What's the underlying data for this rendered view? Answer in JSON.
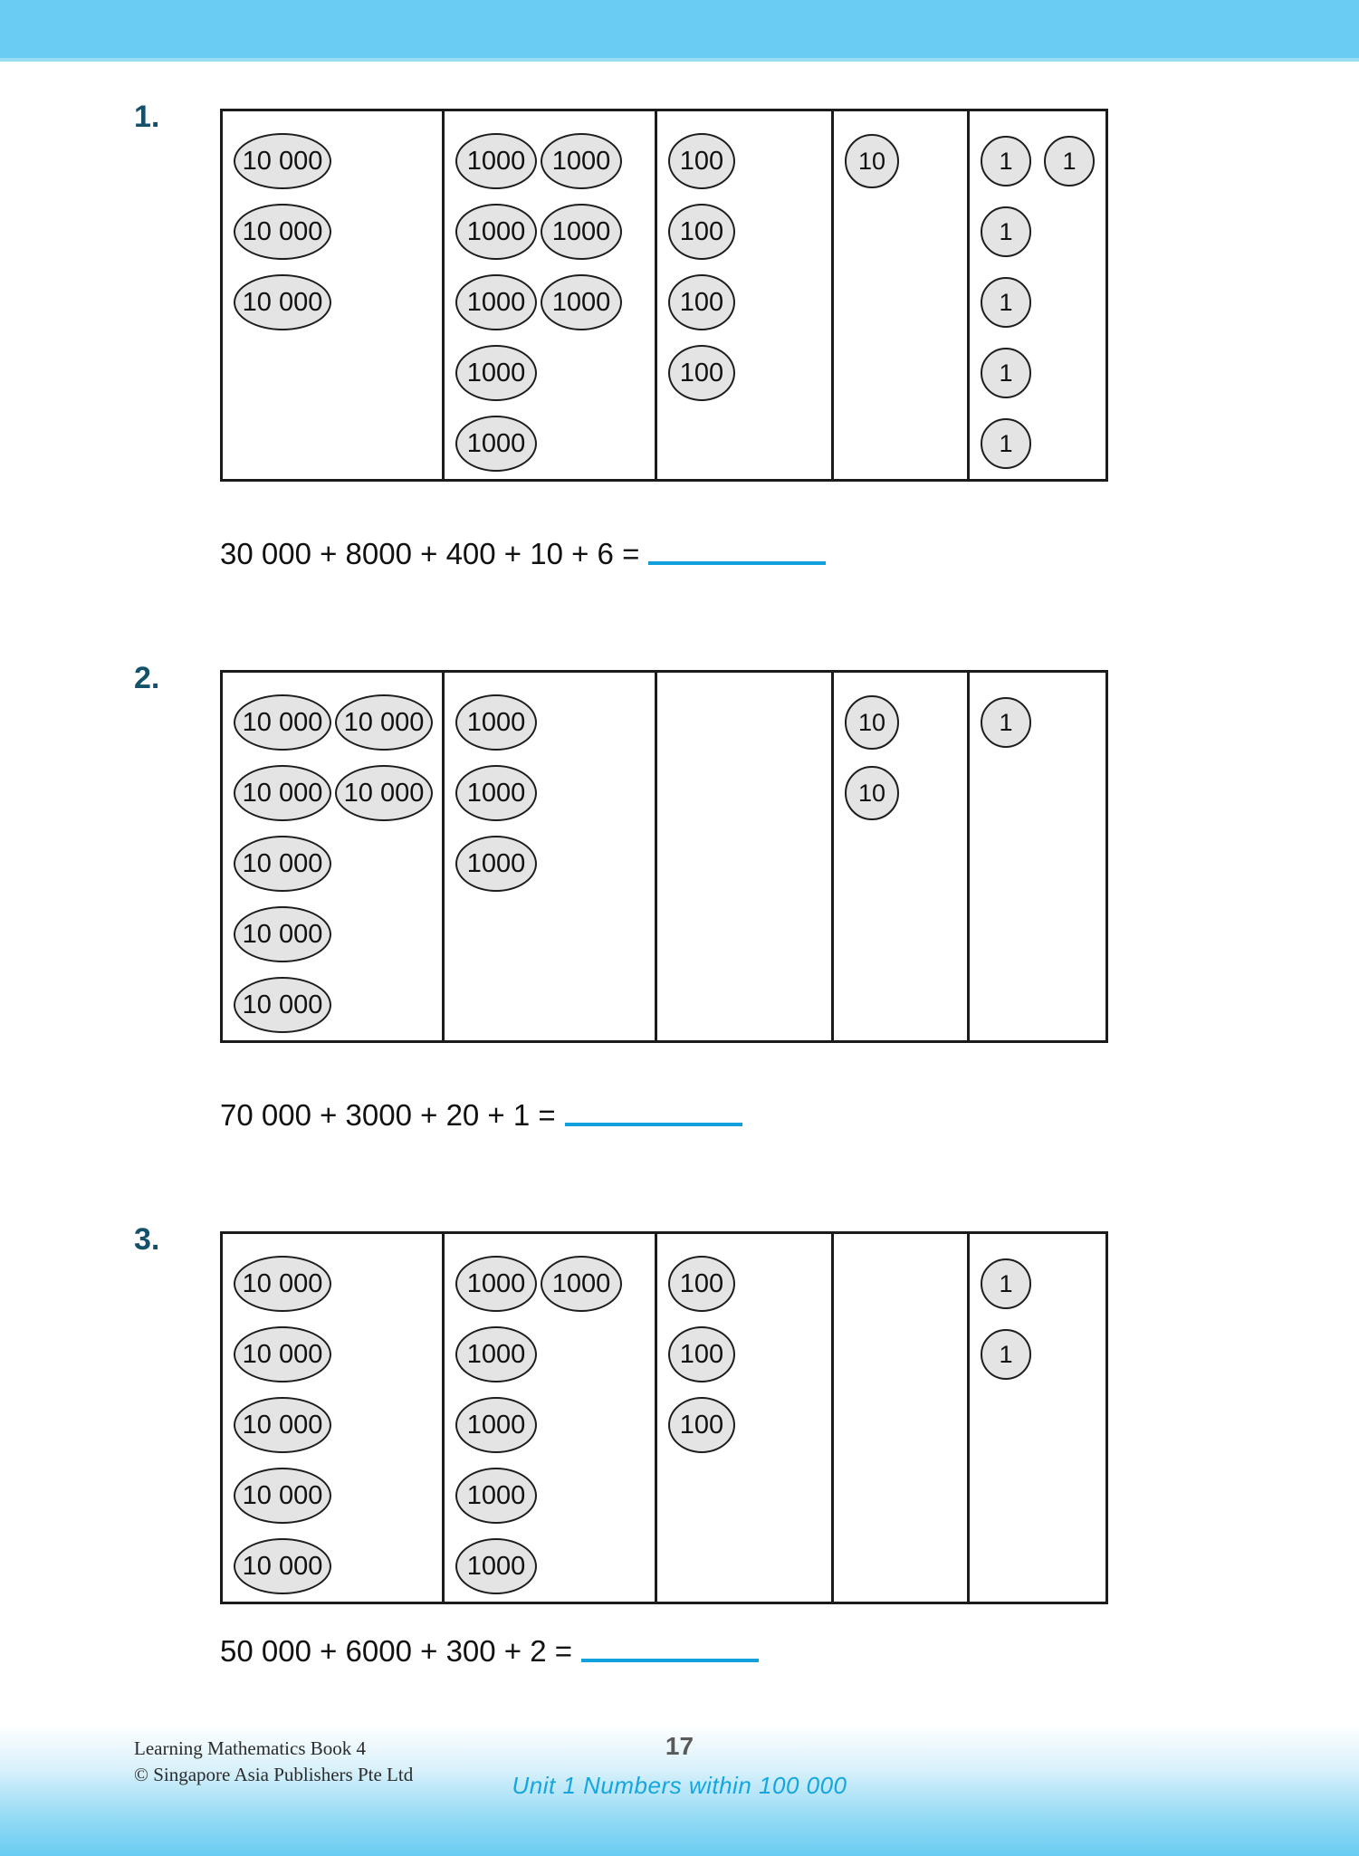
{
  "theme": {
    "band_blue": "#6ACCF2",
    "accent_blue": "#12A0DC",
    "qnum_color": "#14516B",
    "chip_fill": "#E4E4E4",
    "chip_stroke": "#1d1d1d"
  },
  "problems": [
    {
      "number": "1.",
      "columns": {
        "ten_thousands": [
          [
            "10 000"
          ],
          [
            "10 000"
          ],
          [
            "10 000"
          ]
        ],
        "thousands": [
          [
            "1000",
            "1000"
          ],
          [
            "1000",
            "1000"
          ],
          [
            "1000",
            "1000"
          ],
          [
            "1000"
          ],
          [
            "1000"
          ]
        ],
        "hundreds": [
          [
            "100"
          ],
          [
            "100"
          ],
          [
            "100"
          ],
          [
            "100"
          ]
        ],
        "tens": [
          [
            "10"
          ]
        ],
        "ones": [
          [
            "1",
            "1"
          ],
          [
            "1"
          ],
          [
            "1"
          ],
          [
            "1"
          ],
          [
            "1"
          ]
        ]
      },
      "equation": "30 000 + 8000 + 400 + 10 + 6 =",
      "answer": ""
    },
    {
      "number": "2.",
      "columns": {
        "ten_thousands": [
          [
            "10 000",
            "10 000"
          ],
          [
            "10 000",
            "10 000"
          ],
          [
            "10 000"
          ],
          [
            "10 000"
          ],
          [
            "10 000"
          ]
        ],
        "thousands": [
          [
            "1000"
          ],
          [
            "1000"
          ],
          [
            "1000"
          ]
        ],
        "hundreds": [],
        "tens": [
          [
            "10"
          ],
          [
            "10"
          ]
        ],
        "ones": [
          [
            "1"
          ]
        ]
      },
      "equation": "70 000 + 3000 + 20 + 1 =",
      "answer": ""
    },
    {
      "number": "3.",
      "columns": {
        "ten_thousands": [
          [
            "10 000"
          ],
          [
            "10 000"
          ],
          [
            "10 000"
          ],
          [
            "10 000"
          ],
          [
            "10 000"
          ]
        ],
        "thousands": [
          [
            "1000",
            "1000"
          ],
          [
            "1000"
          ],
          [
            "1000"
          ],
          [
            "1000"
          ],
          [
            "1000"
          ]
        ],
        "hundreds": [
          [
            "100"
          ],
          [
            "100"
          ],
          [
            "100"
          ]
        ],
        "tens": [],
        "ones": [
          [
            "1"
          ],
          [
            "1"
          ]
        ]
      },
      "equation": "50 000 + 6000 + 300 + 2 =",
      "answer": ""
    }
  ],
  "footer": {
    "book_title": "Learning Mathematics Book 4",
    "copyright": "© Singapore Asia Publishers Pte Ltd",
    "page_number": "17",
    "unit_label": "Unit 1  Numbers within 100 000"
  }
}
